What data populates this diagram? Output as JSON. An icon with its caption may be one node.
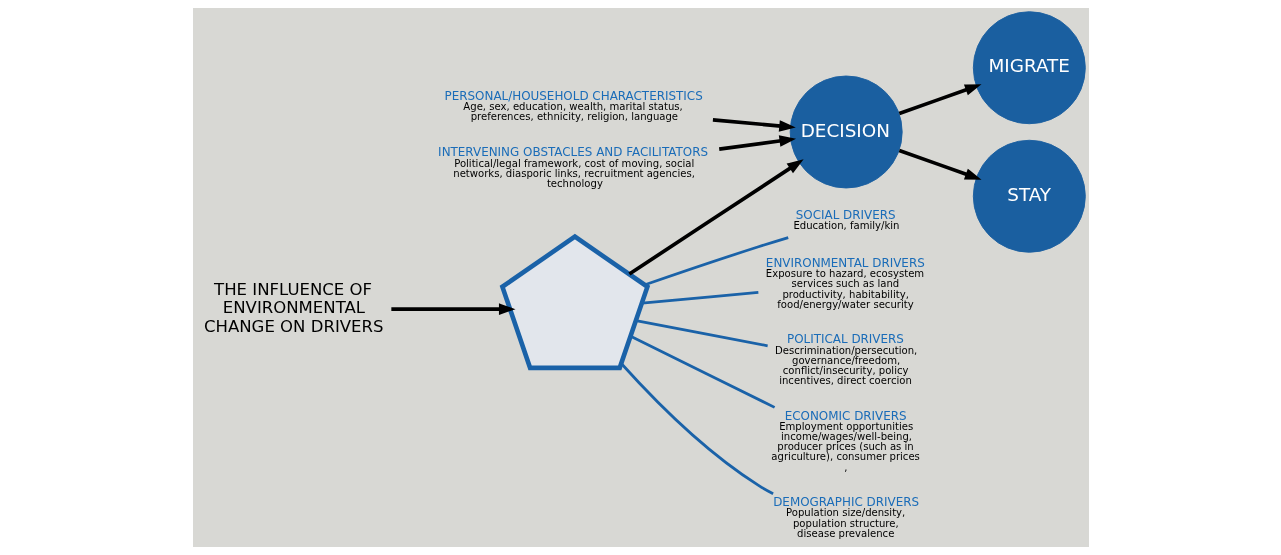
{
  "diagram": {
    "nodes": [
      {
        "text": [],
        "shape": "pentagon"
      },
      {
        "text": [
          "SOCIAL DRIVERS",
          "Education, family/kin"
        ]
      },
      {
        "text": [
          "ENVIRONMENTAL DRIVERS",
          "Exposure to hazard, ecosystem services such as land productivity, habitability, food/energy/water security"
        ]
      },
      {
        "text": [
          "POLITICAL DRIVERS",
          "Descrimination/persecution, governance/freedom, conflict/insecurity, policy incentives, direct coercion"
        ]
      },
      {
        "text": [
          "ECONOMIC DRIVERS",
          "Employment opportunities income/wages/well-being, producer prices (such as in agriculture), consumer prices ,"
        ]
      },
      {
        "text": [
          "DEMOGRAPHIC DRIVERS",
          "Population size/density, population structure, disease prevalence"
        ]
      },
      {
        "text": [
          "THE INFLUENCE OF ENVIRONMENTAL CHANGE ON DRIVERS"
        ]
      },
      {
        "text": [
          "PERSONAL/HOUSEHOLD CHARACTERISTICS",
          "Age, sex, education, wealth, marital status, preferences, ethnicity, religion, language"
        ]
      },
      {
        "text": [
          "DECISION"
        ]
      },
      {
        "text": [
          "INTERVENING OBSTACLES AND FACILITATORS",
          "Political/legal framework, cost of moving, social networks, diasporic links, recruitment agencies, technology"
        ]
      },
      {
        "text": [
          "MIGRATE"
        ]
      },
      {
        "text": [
          "STAY"
        ]
      }
    ],
    "edges": [
      {
        "from": 6,
        "to": 0,
        "arrow": "to"
      },
      {
        "from": 0,
        "to": 1,
        "arrow": "none",
        "color": "#1a62a8"
      },
      {
        "from": 0,
        "to": 2,
        "arrow": "none",
        "color": "#1a62a8"
      },
      {
        "from": 0,
        "to": 3,
        "arrow": "none",
        "color": "#1a62a8"
      },
      {
        "from": 0,
        "to": 4,
        "arrow": "none",
        "color": "#1a62a8"
      },
      {
        "from": 0,
        "to": 5,
        "arrow": "none",
        "color": "#1a62a8"
      },
      {
        "from": 0,
        "to": 8,
        "arrow": "to"
      },
      {
        "from": 7,
        "to": 8,
        "arrow": "to"
      },
      {
        "from": 9,
        "to": 8,
        "arrow": "to"
      },
      {
        "from": 8,
        "to": 10,
        "arrow": "to"
      },
      {
        "from": 8,
        "to": 11,
        "arrow": "to"
      }
    ]
  }
}
